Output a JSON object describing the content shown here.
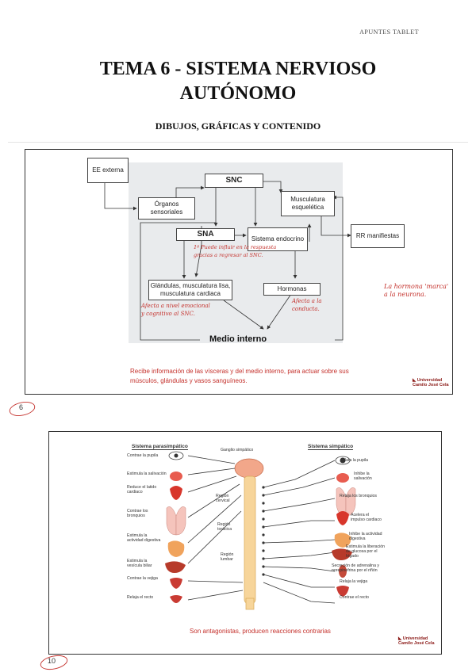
{
  "header": {
    "tag": "APUNTES TABLET"
  },
  "title": {
    "line1": "TEMA 6 - SISTEMA NERVIOSO",
    "line2": "AUTÓNOMO"
  },
  "subtitle": "DIBUJOS, GRÁFICAS Y CONTENIDO",
  "slide1": {
    "boxes": {
      "ee": "EE externa",
      "snc": "SNC",
      "organos": "Órganos sensoriales",
      "musculatura": "Musculatura esquelética",
      "rr": "RR manifiestas",
      "sna": "SNA",
      "sistema_endocrino": "Sistema endocrino",
      "glandulas": "Glándulas, musculatura lisa, musculatura cardiaca",
      "hormonas": "Hormonas",
      "medio_interno": "Medio interno"
    },
    "notes": {
      "sna_note": "1º Puede influir en la respuesta gracias a regresar al SNC.",
      "left_note": "Afecta a nivel emocional y cognitivo al SNC.",
      "hormonas_note": "Afecta a la conducta.",
      "right_note": "La hormona 'marca' a la neurona."
    },
    "caption": "Recibe información de las vísceras y del medio interno, para actuar sobre sus músculos, glándulas y vasos sanguíneos.",
    "logo": "Universidad Camilo José Cela",
    "page": "6"
  },
  "slide2": {
    "para_title": "Sistema parasimpático",
    "simp_title": "Sistema simpático",
    "ganglio": "Ganglio simpático",
    "regions": [
      "Región cervical",
      "Región torácica",
      "Región lumbar"
    ],
    "left_labels": [
      "Contrae la pupila",
      "Estimula la salivación",
      "Reduce el latido cardiaco",
      "Contrae los bronquios",
      "Estimula la actividad digestiva",
      "Estimula la vesícula biliar",
      "Contrae la vejiga",
      "Relaja el recto"
    ],
    "right_labels": [
      "Dilata la pupila",
      "Inhibe la salivación",
      "Relaja los bronquios",
      "Acelera el impulso cardiaco",
      "Inhibe la actividad digestiva",
      "Estimula la liberación de glucosa por el hígado",
      "Secreción de adrenalina y norepinefrina por el riñón",
      "Relaja la vejiga",
      "Contrae el recto"
    ],
    "caption": "Son antagonistas, producen reacciones contrarias",
    "logo": "Universidad Camilo José Cela",
    "page": "10"
  },
  "colors": {
    "accent": "#c4302b",
    "panel": "#e9ebed"
  }
}
